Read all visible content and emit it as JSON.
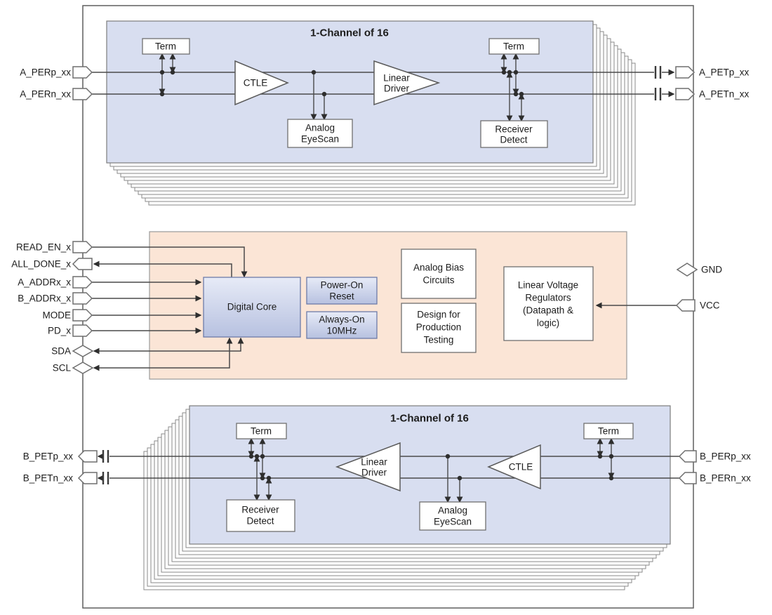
{
  "chip": {
    "top_channel": {
      "title": "1-Channel of 16",
      "term_left": "Term",
      "term_right": "Term",
      "ctle": "CTLE",
      "linear_driver": [
        "Linear",
        "Driver"
      ],
      "analog_eyescan": [
        "Analog",
        "EyeScan"
      ],
      "receiver_detect": [
        "Receiver",
        "Detect"
      ],
      "pins_left": [
        "A_PERp_xx",
        "A_PERn_xx"
      ],
      "pins_right": [
        "A_PETp_xx",
        "A_PETn_xx"
      ]
    },
    "middle": {
      "digital_core": "Digital Core",
      "power_on_reset": [
        "Power-On",
        "Reset"
      ],
      "always_on": [
        "Always-On",
        "10MHz"
      ],
      "analog_bias": [
        "Analog Bias",
        "Circuits"
      ],
      "design_for_test": [
        "Design for",
        "Production",
        "Testing"
      ],
      "linear_voltage_regulators": [
        "Linear Voltage",
        "Regulators",
        "(Datapath &",
        "logic)"
      ],
      "pins_left": [
        "READ_EN_x",
        "ALL_DONE_x",
        "A_ADDRx_x",
        "B_ADDRx_x",
        "MODE",
        "PD_x",
        "SDA",
        "SCL"
      ],
      "pins_right": [
        "GND",
        "VCC"
      ]
    },
    "bottom_channel": {
      "title": "1-Channel of 16",
      "term_left": "Term",
      "term_right": "Term",
      "ctle": "CTLE",
      "linear_driver": [
        "Linear",
        "Driver"
      ],
      "analog_eyescan": [
        "Analog",
        "EyeScan"
      ],
      "receiver_detect": [
        "Receiver",
        "Detect"
      ],
      "pins_left": [
        "B_PETp_xx",
        "B_PETn_xx"
      ],
      "pins_right": [
        "B_PERp_xx",
        "B_PERn_xx"
      ]
    },
    "colors": {
      "channel_fill": "#d8def0",
      "middle_fill": "#fbe5d6",
      "blue_block_fill": "#bdc6e4",
      "wire_stroke": "#4a4a4a"
    }
  }
}
